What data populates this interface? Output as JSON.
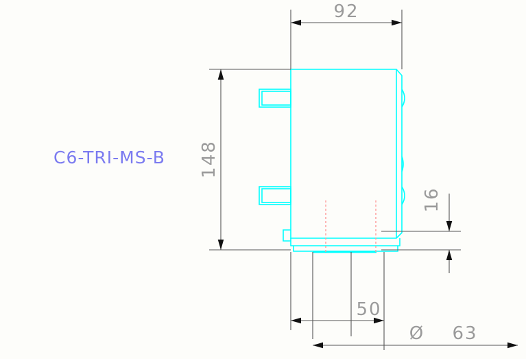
{
  "drawing": {
    "type": "cad-2d-technical-drawing",
    "background_color": "#fdfdfa",
    "part_label": "C6-TRI-MS-B",
    "part_label_color": "#7b7bf0",
    "body_color": "#00ffff",
    "dimension_color": "#555555",
    "dimension_text_color": "#9a9a9a",
    "centerline_color": "#ff9a9a"
  },
  "dimensions": {
    "width_top": {
      "value": "92",
      "orientation": "horizontal",
      "location": "top"
    },
    "height_left": {
      "value": "148",
      "orientation": "vertical-rotated",
      "location": "left"
    },
    "thickness_right": {
      "value": "16",
      "orientation": "vertical-rotated",
      "location": "right"
    },
    "width_bore": {
      "value": "50",
      "orientation": "horizontal",
      "location": "bottom"
    },
    "diameter_outer": {
      "symbol": "Ø",
      "value": "63",
      "orientation": "horizontal",
      "location": "bottom"
    }
  },
  "geometry": {
    "body_outline": "main rectangular housing body",
    "tabs": [
      "upper-left-tab",
      "lower-left-tab"
    ],
    "flange": "bottom flange plate",
    "right_edge_arcs": [
      "upper-arc",
      "mid-slot",
      "lower-arc"
    ],
    "centerlines": [
      "bore-centerline-left",
      "bore-centerline-right"
    ]
  }
}
